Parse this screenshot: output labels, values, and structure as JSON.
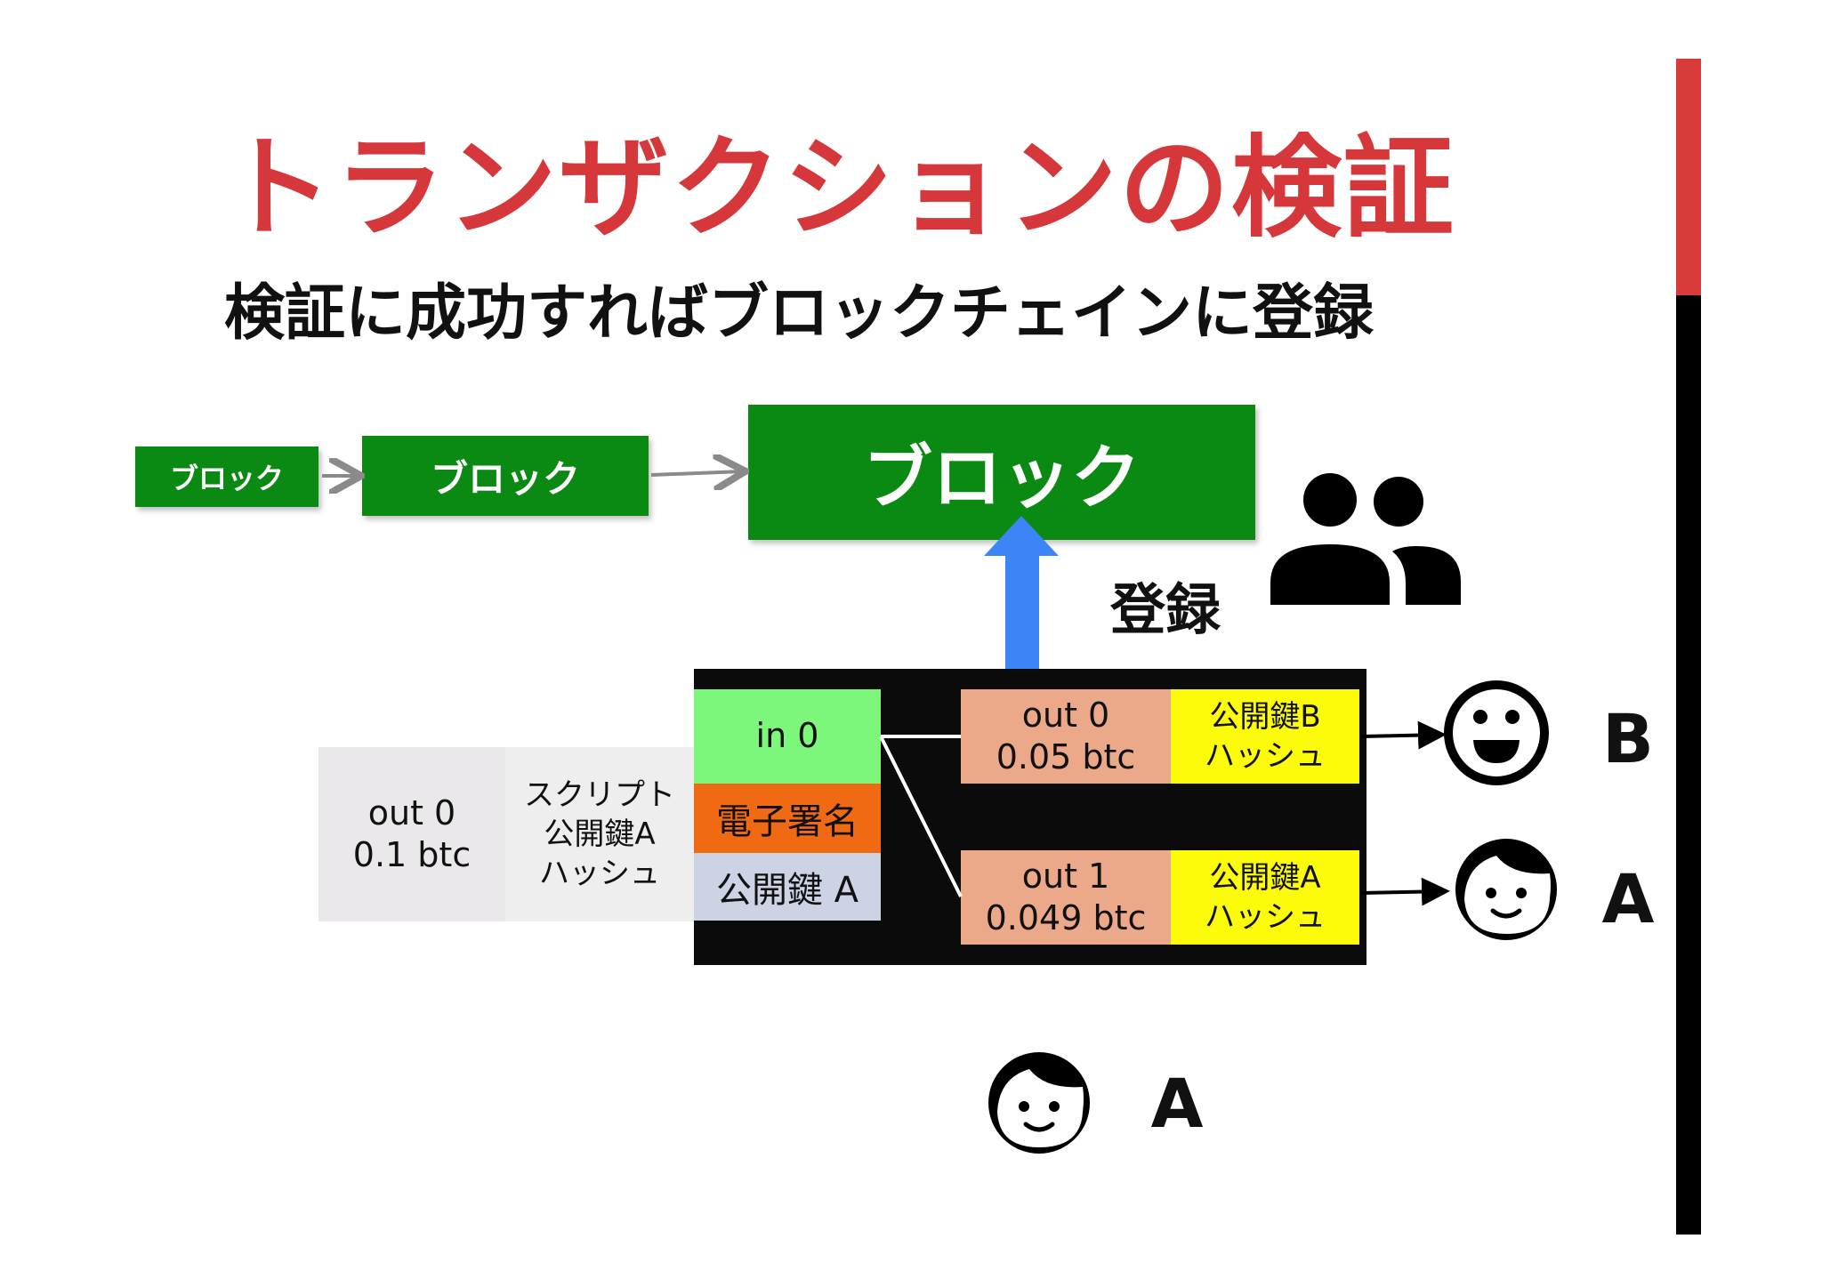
{
  "title": "トランザクションの検証",
  "subtitle": "検証に成功すればブロックチェインに登録",
  "chain": {
    "block_small": "ブロック",
    "block_medium": "ブロック",
    "block_large": "ブロック"
  },
  "register_label": "登録",
  "previous_output": {
    "line1": "out 0",
    "line2": "0.1 btc",
    "script_line1": "スクリプト",
    "script_line2": "公開鍵A",
    "script_line3": "ハッシュ"
  },
  "input": {
    "in_label": "in 0",
    "signature": "電子署名",
    "public_key": "公開鍵 A"
  },
  "outputs": [
    {
      "line1": "out 0",
      "line2": "0.05 btc",
      "hash_line1": "公開鍵B",
      "hash_line2": "ハッシュ"
    },
    {
      "line1": "out 1",
      "line2": "0.049 btc",
      "hash_line1": "公開鍵A",
      "hash_line2": "ハッシュ"
    }
  ],
  "people": {
    "recipient_b": "B",
    "recipient_a": "A",
    "sender_a": "A"
  },
  "colors": {
    "title": "#d5373a",
    "block": "#0a8a12",
    "arrow_up": "#3d84f6",
    "input_green": "#7df77b",
    "signature_orange": "#f06a14",
    "pubkey_gray_blue": "#cdd3e4",
    "output_salmon": "#eba98a",
    "hash_yellow": "#fbfb0a",
    "side_bar_red": "#d83a3a"
  },
  "icons": [
    "group-icon",
    "smiling-face-icon",
    "person-face-icon"
  ]
}
